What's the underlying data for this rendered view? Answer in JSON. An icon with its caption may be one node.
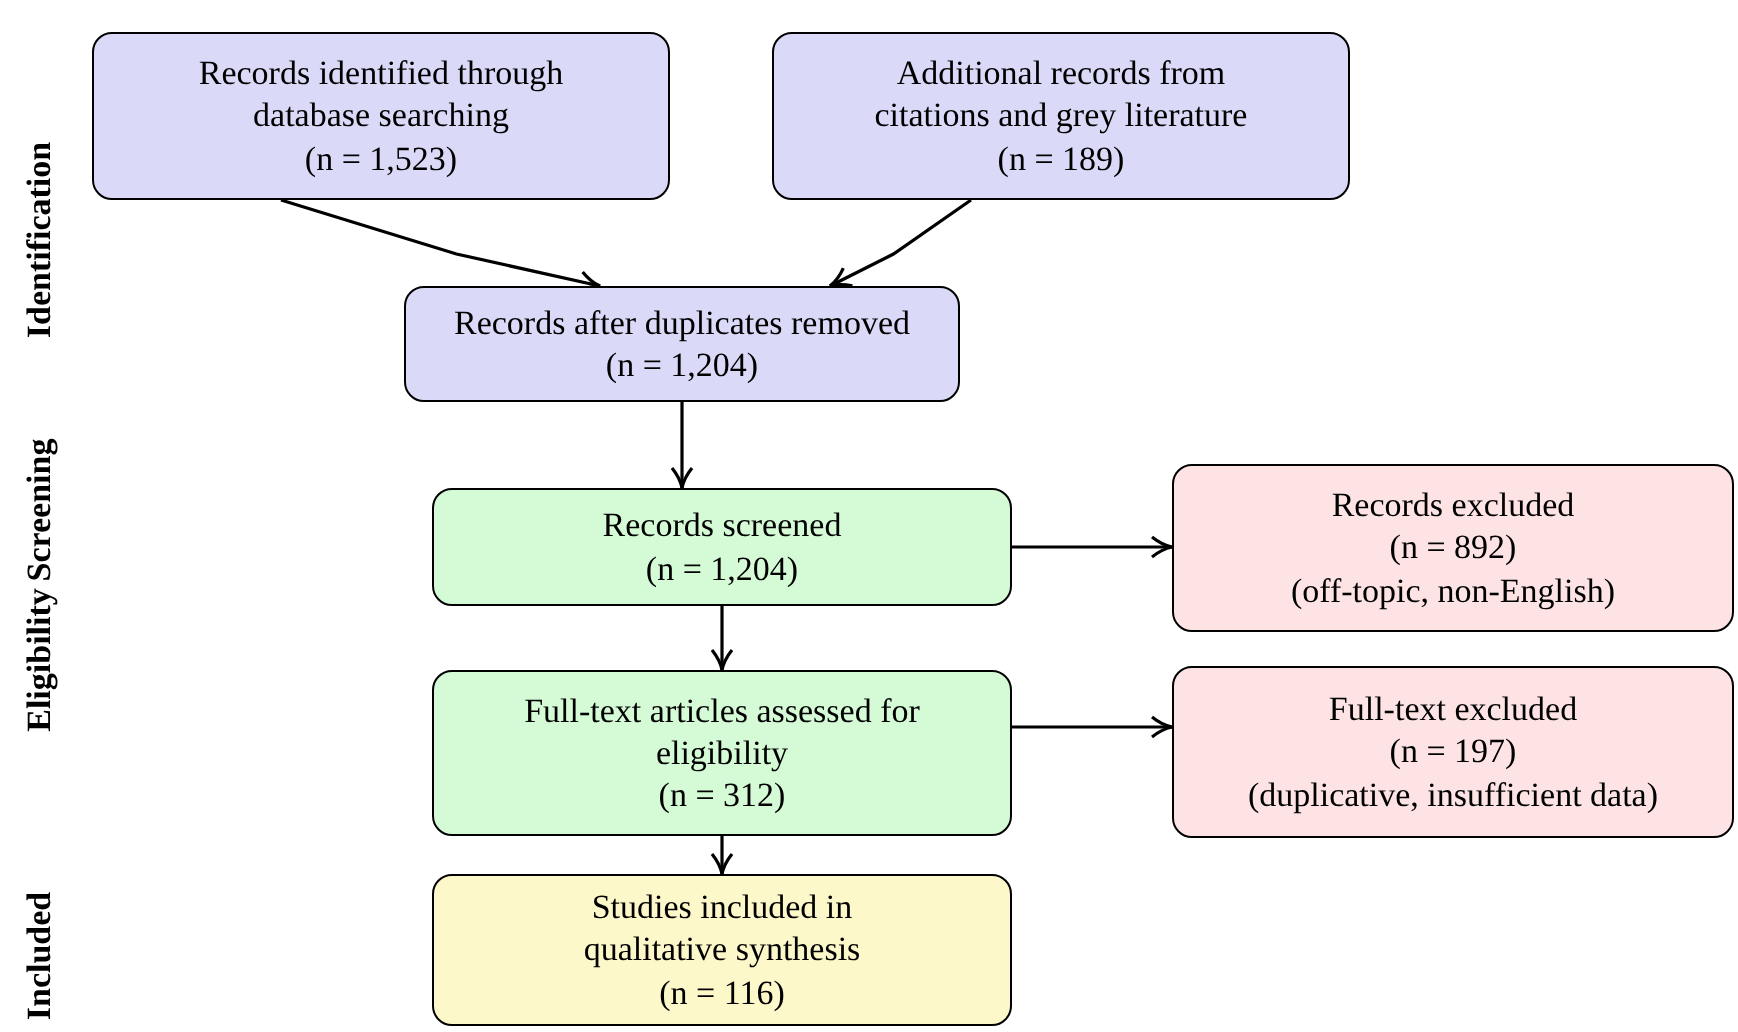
{
  "diagram": {
    "nodes": [
      {
        "text": [
          "Records identified through database searching",
          "(n = 1,523)"
        ]
      },
      {
        "text": [
          "Additional records from citations and grey literature",
          "(n = 189)"
        ]
      },
      {
        "text": [
          "Records after duplicates removed",
          "(n = 1,204)"
        ]
      },
      {
        "text": [
          "Records screened",
          "(n = 1,204)"
        ]
      },
      {
        "text": [
          "Records excluded",
          "(n = 892)",
          "(off-topic, non-English)"
        ]
      },
      {
        "text": [
          "Full-text articles assessed for eligibility",
          "(n = 312)"
        ]
      },
      {
        "text": [
          "Full-text excluded",
          "(n = 197)",
          "(duplicative, insufficient data)"
        ]
      },
      {
        "text": [
          "Studies included in qualitative synthesis",
          "(n = 116)"
        ]
      }
    ],
    "edges": [
      {
        "from": 0,
        "to": 2,
        "arrow": "to"
      },
      {
        "from": 1,
        "to": 2,
        "arrow": "to"
      },
      {
        "from": 2,
        "to": 3,
        "arrow": "to"
      },
      {
        "from": 3,
        "to": 4,
        "arrow": "to"
      },
      {
        "from": 3,
        "to": 5,
        "arrow": "to"
      },
      {
        "from": 5,
        "to": 6,
        "arrow": "to"
      },
      {
        "from": 5,
        "to": 7,
        "arrow": "to"
      }
    ],
    "labels": [
      "Identification",
      "Screening",
      "Eligibility",
      "Included"
    ]
  }
}
